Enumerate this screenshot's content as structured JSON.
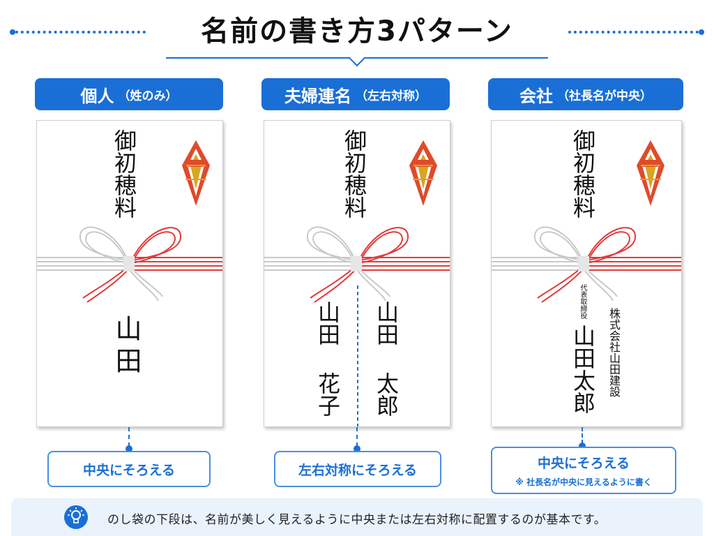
{
  "title": "名前の書き方3パターン",
  "columns": [
    {
      "header_main": "個人",
      "header_sub": "（姓のみ）",
      "envelope_top": "御初穂料",
      "names": [
        "山田"
      ],
      "note_main": "中央にそろえる",
      "note_sub": ""
    },
    {
      "header_main": "夫婦連名",
      "header_sub": "（左右対称）",
      "envelope_top": "御初穂料",
      "names": [
        "山田 太郎",
        "山田 花子"
      ],
      "note_main": "左右対称にそろえる",
      "note_sub": ""
    },
    {
      "header_main": "会社",
      "header_sub": "（社長名が中央）",
      "envelope_top": "御初穂料",
      "company": "株式会社山田建設",
      "role": "代表取締役",
      "president": "山田太郎",
      "note_main": "中央にそろえる",
      "note_sub": "※ 社長名が中央に見えるように書く"
    }
  ],
  "footer_text": "のし袋の下段は、名前が美しく見えるように中央または左右対称に配置するのが基本です。",
  "colors": {
    "accent": "#1a6fd6",
    "mizuhiki_red": "#e23a3a",
    "mizuhiki_silver": "#c9c9c9",
    "noshi_red": "#e04a2a",
    "noshi_gold": "#d9a521"
  },
  "icons": [
    "lightbulb-icon",
    "noshi-icon",
    "mizuhiki-bow-icon"
  ]
}
